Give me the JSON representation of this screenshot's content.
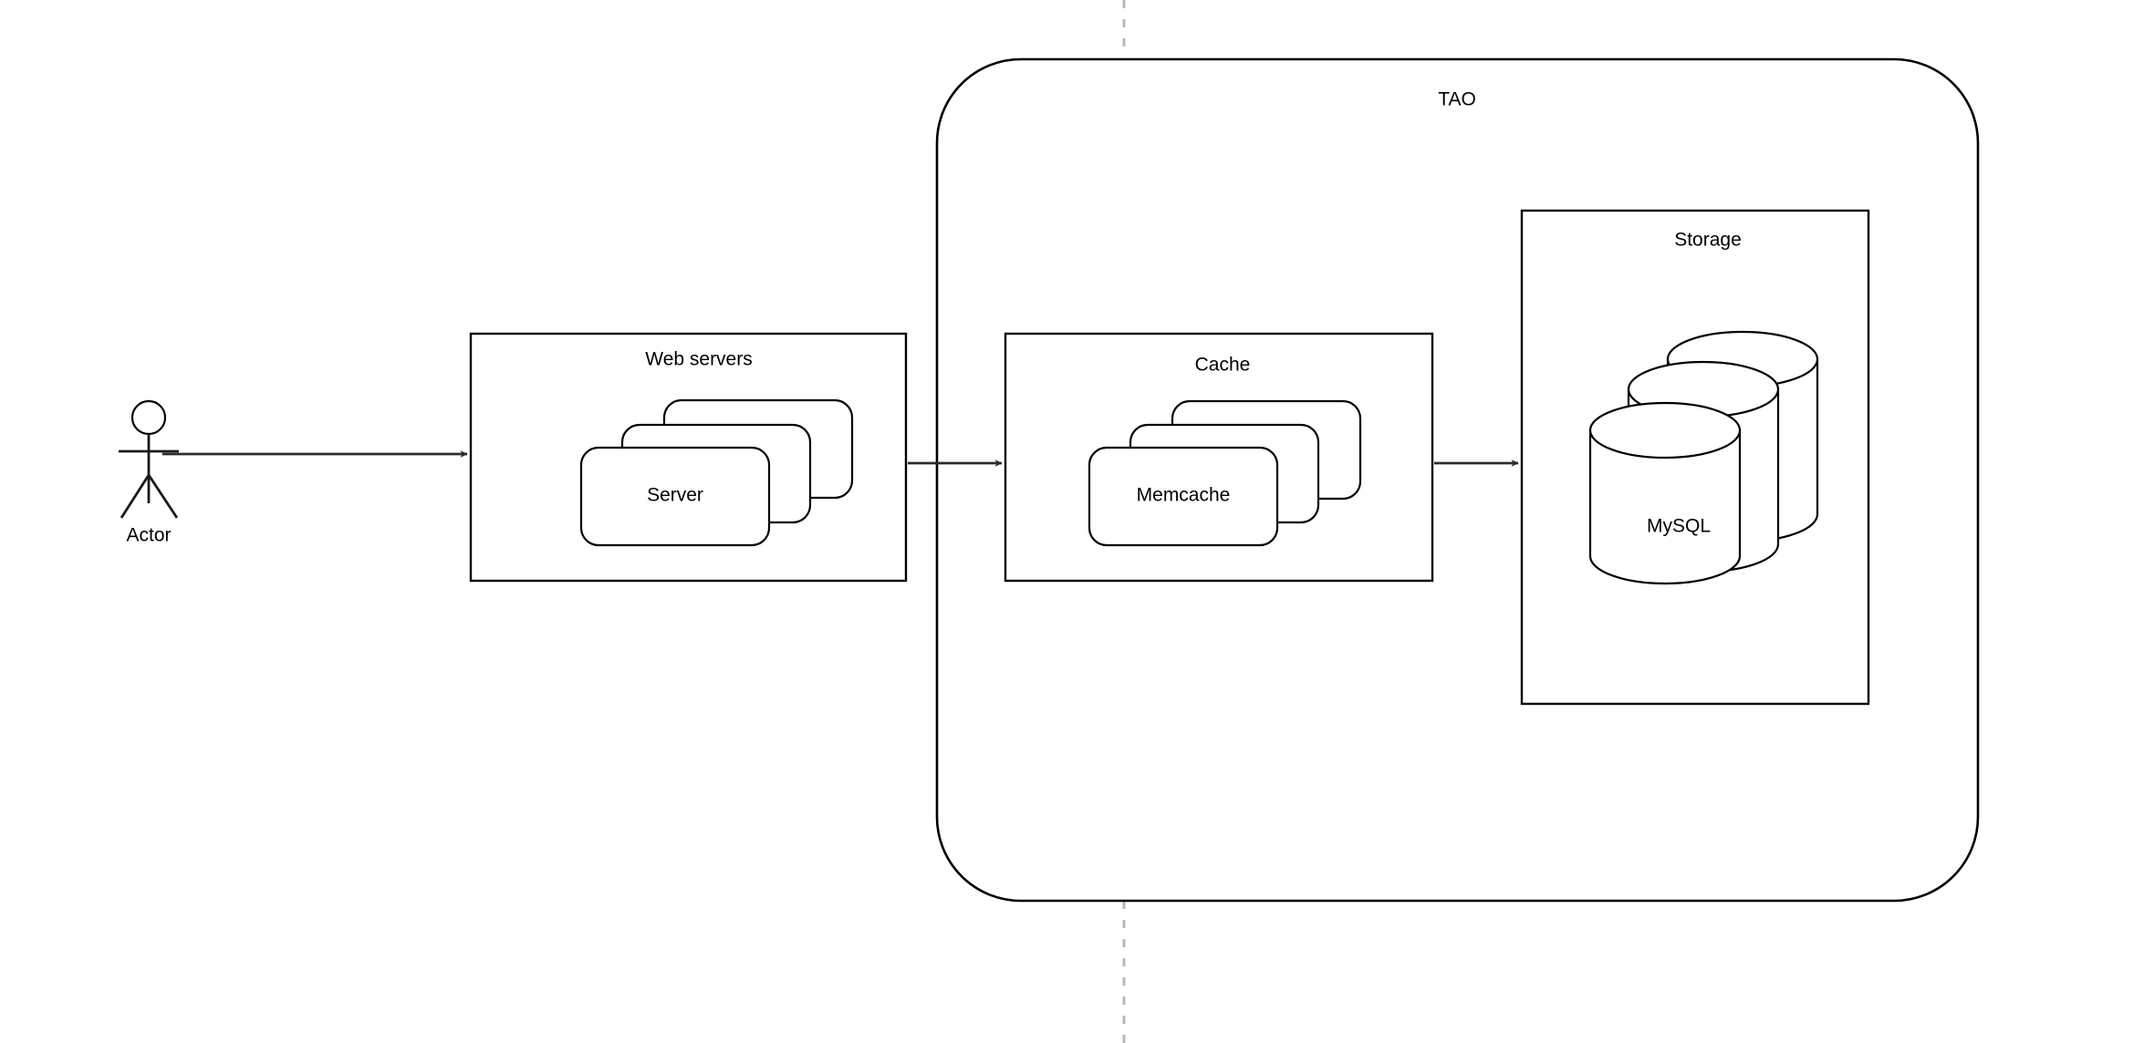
{
  "diagram": {
    "title": "TAO",
    "background_color": "#ffffff",
    "stroke_color": "#000000",
    "page_break_color": "#b8b8b8",
    "boundary": {
      "label": "TAO",
      "shape": "rounded-rectangle"
    },
    "actor": {
      "label": "Actor",
      "type": "stick-figure"
    },
    "groups": [
      {
        "id": "web-servers",
        "label": "Web servers",
        "node_label": "Server",
        "node_shape": "rounded-rectangle",
        "node_count": 3,
        "inside_boundary": false
      },
      {
        "id": "cache",
        "label": "Cache",
        "node_label": "Memcache",
        "node_shape": "rounded-rectangle",
        "node_count": 3,
        "inside_boundary": true
      },
      {
        "id": "storage",
        "label": "Storage",
        "node_label": "MySQL",
        "node_shape": "cylinder",
        "node_count": 3,
        "inside_boundary": true
      }
    ],
    "connectors": [
      {
        "id": "actor-to-web",
        "from": "Actor",
        "to": "Web servers",
        "arrow": "open-filled",
        "direction": "right"
      },
      {
        "id": "web-to-cache",
        "from": "Web servers",
        "to": "Cache",
        "arrow": "open-filled",
        "direction": "right"
      },
      {
        "id": "cache-to-storage",
        "from": "Cache",
        "to": "Storage",
        "arrow": "open-filled",
        "direction": "right"
      }
    ],
    "page_break": {
      "orientation": "vertical",
      "style": "dashed"
    }
  }
}
